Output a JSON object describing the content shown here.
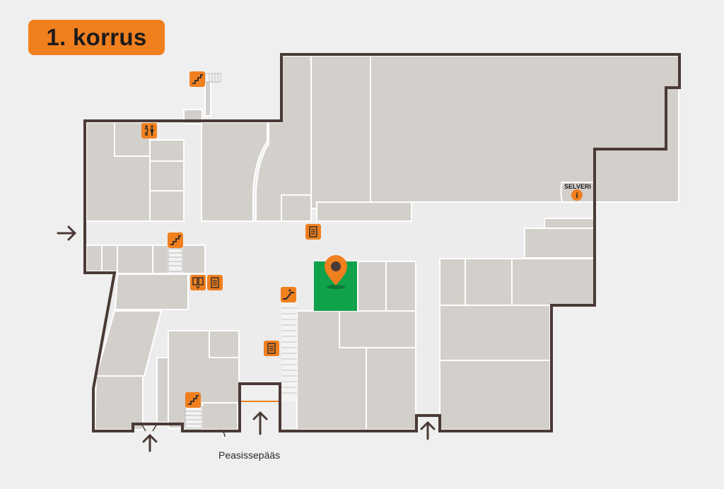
{
  "floor": {
    "title": "1. korrus"
  },
  "labels": {
    "main_entrance": "Peasissepääs",
    "store_name": "SELVERI",
    "info_glyph": "i"
  },
  "colors": {
    "accent_orange": "#f07f1e",
    "wall": "#4a3a36",
    "room_fill": "#d3cfca",
    "corridor": "#ececec",
    "highlighted_unit": "#0fa24a",
    "location_pin": "#f07f1e"
  },
  "icons": {
    "stairs": "stairs-icon",
    "elevator": "elevator-icon",
    "restroom": "restroom-icon",
    "atm": "atm-icon",
    "escalator": "escalator-icon",
    "info": "info-icon",
    "entrance_arrow": "entrance-arrow-icon",
    "location_pin": "location-pin-icon"
  }
}
